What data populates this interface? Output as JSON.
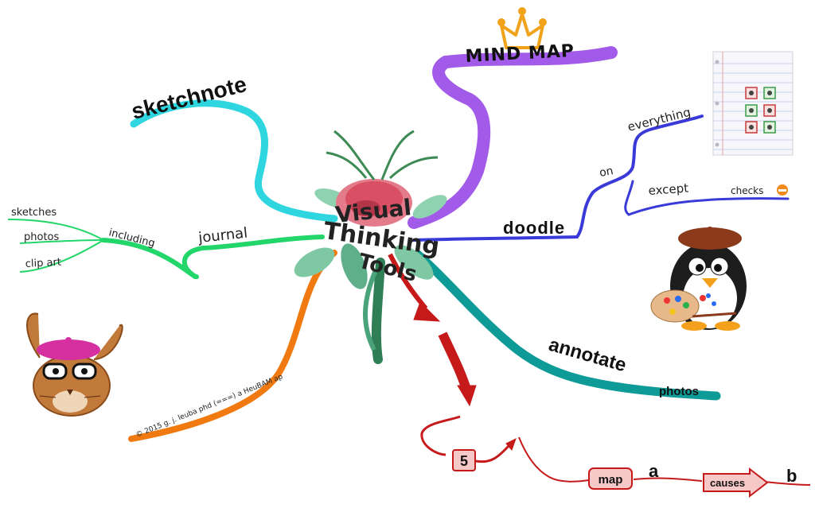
{
  "center": {
    "line1": "Visual",
    "line2": "Thinking",
    "line3": "Tools"
  },
  "branches": {
    "sketchnote": "sketchnote",
    "mind_map": "MIND MAP",
    "doodle": "doodle",
    "annotate": "annotate",
    "journal": "journal",
    "copyright": "© 2015 g. j. leuba phd  (===) a HeuBAM ap"
  },
  "labels": {
    "including": "including",
    "sketches": "sketches",
    "photos_left": "photos",
    "clip_art": "clip art",
    "on": "on",
    "everything": "everything",
    "except": "except",
    "checks": "checks",
    "photos_right": "photos"
  },
  "flow": {
    "number": "5",
    "map": "map",
    "a": "a",
    "causes": "causes",
    "b": "b"
  },
  "colors": {
    "sketchnote": "#2fd6e0",
    "mind_map": "#a25be8",
    "doodle": "#3a3ad8",
    "annotate": "#0e9a96",
    "journal": "#22d66a",
    "copyright": "#f07a10",
    "flow": "#c61a1a",
    "crown": "#f0a21a"
  },
  "icons": [
    "crown-icon",
    "flower-icon",
    "bunny-icon",
    "penguin-icon",
    "notebook-icon",
    "smiley-icon"
  ]
}
